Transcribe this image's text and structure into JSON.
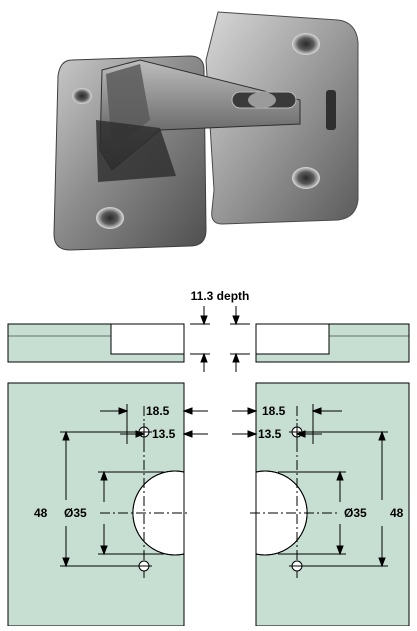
{
  "diagram": {
    "depth_label": "11.3 depth",
    "left": {
      "offset_outer": "18.5",
      "offset_inner": "13.5",
      "height_label": "48",
      "diameter_label": "Ø35"
    },
    "right": {
      "offset_outer": "18.5",
      "offset_inner": "13.5",
      "height_label": "48",
      "diameter_label": "Ø35"
    }
  },
  "colors": {
    "panel_fill": "#c7dfd3",
    "line": "#000000",
    "hinge_metal": "#7f7f7f"
  }
}
